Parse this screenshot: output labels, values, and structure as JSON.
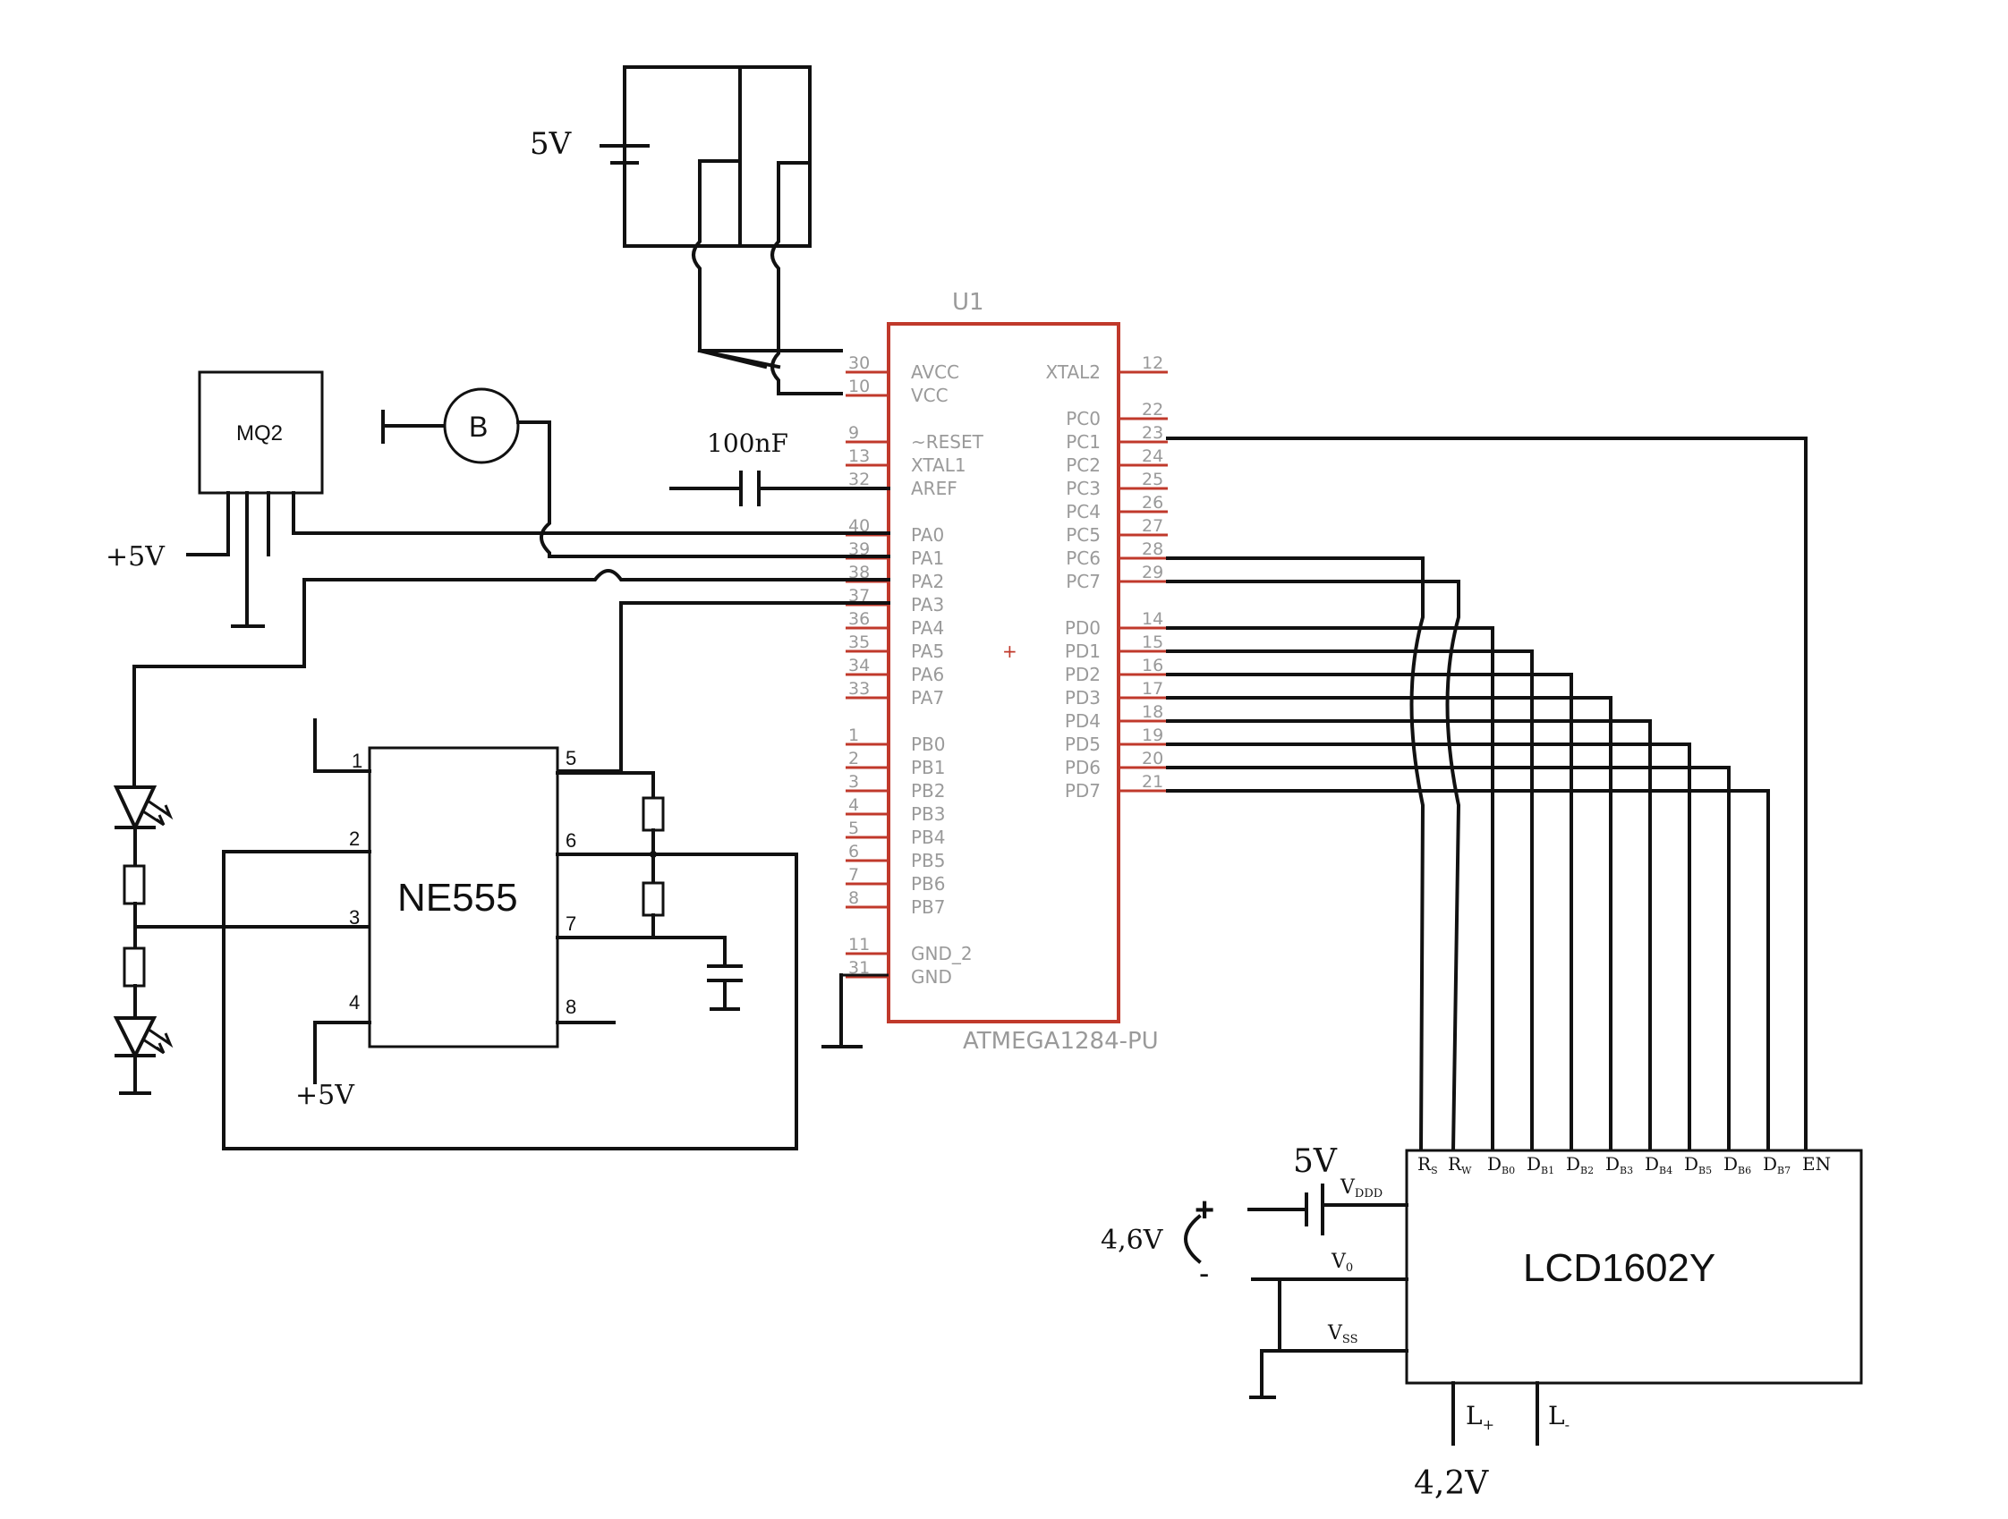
{
  "supply": {
    "top_battery": "5V",
    "lcd_battery": "4,6V",
    "backlight": "4,2V",
    "lcd_vdd_supply": "5V",
    "plus": "+",
    "minus": "-"
  },
  "mq2": {
    "label": "MQ2",
    "supply": "+5V"
  },
  "buzzer": {
    "label": "B"
  },
  "aref_cap": {
    "label": "100nF"
  },
  "ne555": {
    "label": "NE555",
    "supply": "+5V",
    "pins": [
      "1",
      "2",
      "3",
      "4",
      "5",
      "6",
      "7",
      "8"
    ]
  },
  "mcu": {
    "ref": "U1",
    "part": "ATMEGA1284-PU",
    "left_pins": [
      {
        "num": "30",
        "name": "AVCC"
      },
      {
        "num": "10",
        "name": "VCC"
      },
      {
        "num": "9",
        "name": "~RESET"
      },
      {
        "num": "13",
        "name": "XTAL1"
      },
      {
        "num": "32",
        "name": "AREF"
      },
      {
        "num": "40",
        "name": "PA0"
      },
      {
        "num": "39",
        "name": "PA1"
      },
      {
        "num": "38",
        "name": "PA2"
      },
      {
        "num": "37",
        "name": "PA3"
      },
      {
        "num": "36",
        "name": "PA4"
      },
      {
        "num": "35",
        "name": "PA5"
      },
      {
        "num": "34",
        "name": "PA6"
      },
      {
        "num": "33",
        "name": "PA7"
      },
      {
        "num": "1",
        "name": "PB0"
      },
      {
        "num": "2",
        "name": "PB1"
      },
      {
        "num": "3",
        "name": "PB2"
      },
      {
        "num": "4",
        "name": "PB3"
      },
      {
        "num": "5",
        "name": "PB4"
      },
      {
        "num": "6",
        "name": "PB5"
      },
      {
        "num": "7",
        "name": "PB6"
      },
      {
        "num": "8",
        "name": "PB7"
      },
      {
        "num": "11",
        "name": "GND_2"
      },
      {
        "num": "31",
        "name": "GND"
      }
    ],
    "right_pins": [
      {
        "num": "12",
        "name": "XTAL2"
      },
      {
        "num": "22",
        "name": "PC0"
      },
      {
        "num": "23",
        "name": "PC1"
      },
      {
        "num": "24",
        "name": "PC2"
      },
      {
        "num": "25",
        "name": "PC3"
      },
      {
        "num": "26",
        "name": "PC4"
      },
      {
        "num": "27",
        "name": "PC5"
      },
      {
        "num": "28",
        "name": "PC6"
      },
      {
        "num": "29",
        "name": "PC7"
      },
      {
        "num": "14",
        "name": "PD0"
      },
      {
        "num": "15",
        "name": "PD1"
      },
      {
        "num": "16",
        "name": "PD2"
      },
      {
        "num": "17",
        "name": "PD3"
      },
      {
        "num": "18",
        "name": "PD4"
      },
      {
        "num": "19",
        "name": "PD5"
      },
      {
        "num": "20",
        "name": "PD6"
      },
      {
        "num": "21",
        "name": "PD7"
      }
    ]
  },
  "lcd": {
    "label": "LCD1602Y",
    "top_pins": [
      {
        "main": "R",
        "sub": "S"
      },
      {
        "main": "R",
        "sub": "W"
      },
      {
        "main": "D",
        "sub": "B0"
      },
      {
        "main": "D",
        "sub": "B1"
      },
      {
        "main": "D",
        "sub": "B2"
      },
      {
        "main": "D",
        "sub": "B3"
      },
      {
        "main": "D",
        "sub": "B4"
      },
      {
        "main": "D",
        "sub": "B5"
      },
      {
        "main": "D",
        "sub": "B6"
      },
      {
        "main": "D",
        "sub": "B7"
      },
      {
        "main": "EN",
        "sub": ""
      }
    ],
    "left_pins": [
      {
        "main": "V",
        "sub": "DDD"
      },
      {
        "main": "V",
        "sub": "0"
      },
      {
        "main": "V",
        "sub": "SS"
      }
    ],
    "bottom_pins": [
      {
        "main": "L",
        "sub": "+"
      },
      {
        "main": "L",
        "sub": "-"
      }
    ]
  }
}
